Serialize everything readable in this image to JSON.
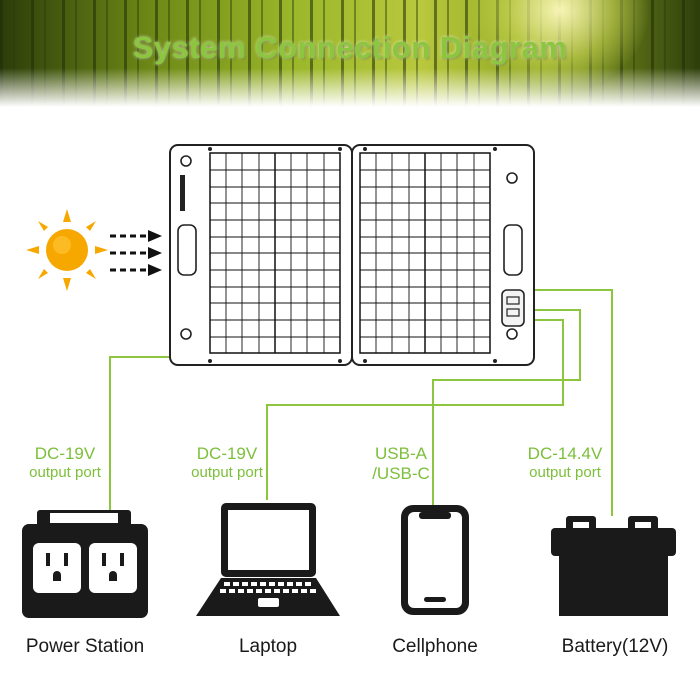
{
  "title": "System Connection Diagram",
  "colors": {
    "wire": "#8cc63f",
    "label": "#7cbf3a",
    "sun": "#f7a800",
    "device": "#1a1a1a"
  },
  "ports": [
    {
      "line1": "DC-19V",
      "line2": "output port"
    },
    {
      "line1": "DC-19V",
      "line2": "output port"
    },
    {
      "line1": "USB-A",
      "line2": "/USB-C"
    },
    {
      "line1": "DC-14.4V",
      "line2": "output port"
    }
  ],
  "devices": [
    {
      "label": "Power Station",
      "icon": "power-station-icon"
    },
    {
      "label": "Laptop",
      "icon": "laptop-icon"
    },
    {
      "label": "Cellphone",
      "icon": "cellphone-icon"
    },
    {
      "label": "Battery(12V)",
      "icon": "car-battery-icon"
    }
  ],
  "icons": {
    "sun": "sun-icon",
    "sunlight": "sunlight-arrows-icon",
    "panel": "solar-panel-icon"
  }
}
